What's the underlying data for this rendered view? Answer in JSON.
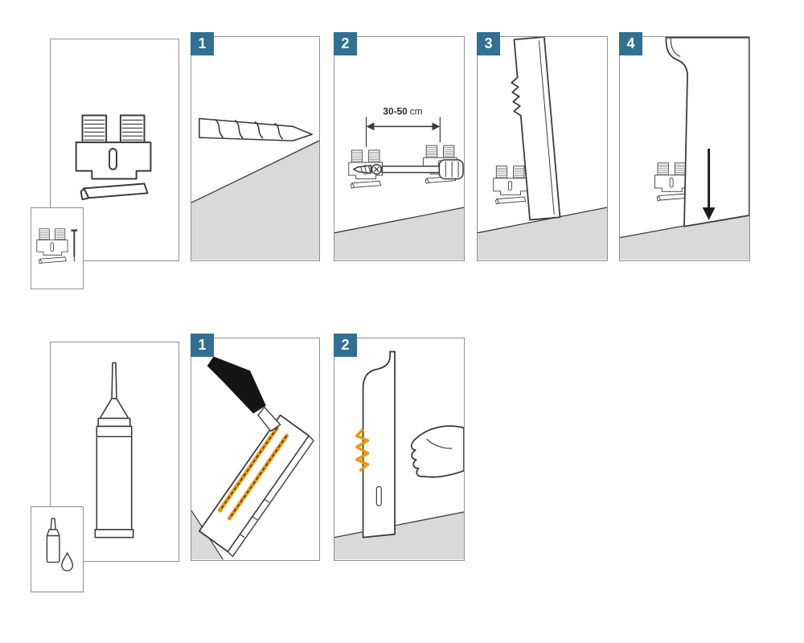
{
  "title": "skirting-board-installation-instructions",
  "colors": {
    "accent_blue": "#2f7093",
    "accent_orange": "#f29600",
    "outline": "#3a3a3a",
    "floor_gray": "#d9d9d9",
    "panel_border": "#8f8f8f"
  },
  "sections": [
    {
      "id": "clip-fixing",
      "parts": {
        "illustration": "mounting-clip",
        "legend_icon": "clip-and-screw-icon"
      },
      "steps": [
        {
          "number": "1",
          "illustration": "drill-hole-in-wall"
        },
        {
          "number": "2",
          "illustration": "screw-clips-to-wall",
          "dimension": {
            "value": "30-50",
            "unit": "cm"
          }
        },
        {
          "number": "3",
          "illustration": "hook-skirting-onto-clip"
        },
        {
          "number": "4",
          "illustration": "slide-skirting-down"
        }
      ]
    },
    {
      "id": "adhesive-fixing",
      "parts": {
        "illustration": "adhesive-cartridge",
        "legend_icon": "adhesive-tube-icon"
      },
      "steps": [
        {
          "number": "1",
          "illustration": "apply-adhesive-to-skirting"
        },
        {
          "number": "2",
          "illustration": "press-skirting-to-wall"
        }
      ]
    }
  ]
}
